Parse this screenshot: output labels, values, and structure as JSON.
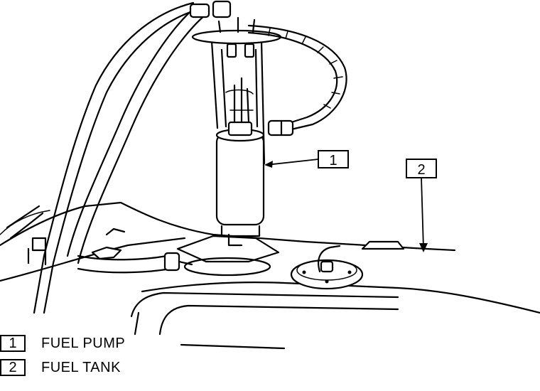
{
  "callouts": [
    {
      "number": "1",
      "label": "FUEL PUMP"
    },
    {
      "number": "2",
      "label": "FUEL TANK"
    }
  ]
}
